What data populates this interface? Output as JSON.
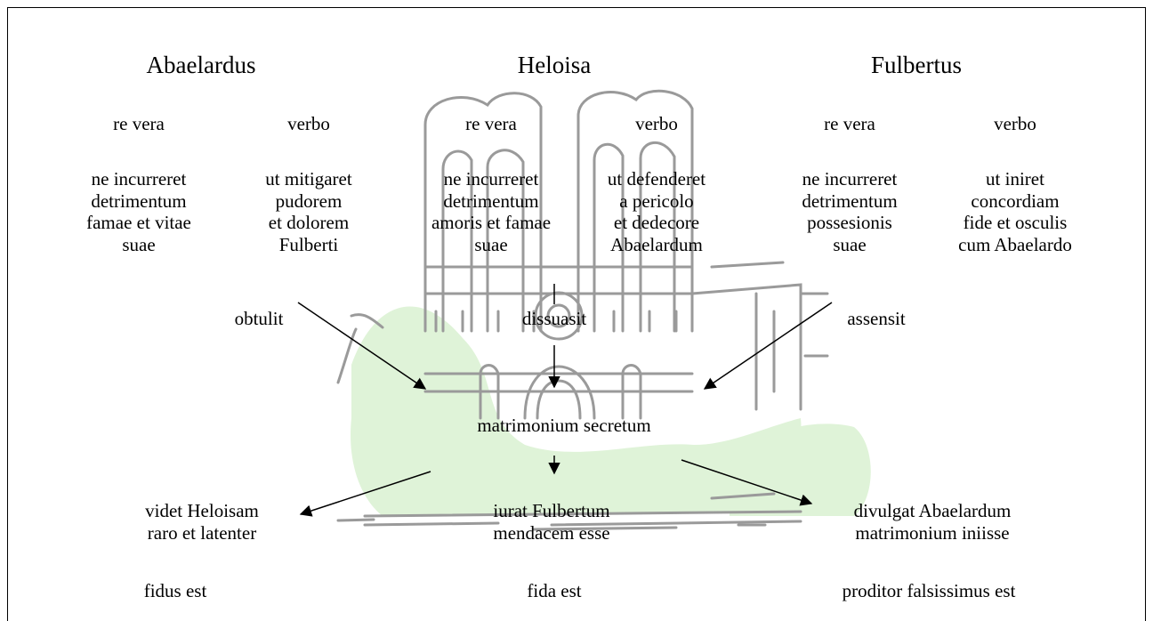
{
  "columns": [
    {
      "name": "Abaelardus",
      "re_vera": {
        "label": "re vera",
        "text": "ne incurreret\ndetrimentum\nfamae et vitae\nsuae"
      },
      "verbo": {
        "label": "verbo",
        "text": "ut mitigaret\npudorem\net dolorem\nFulberti"
      },
      "action": "obtulit",
      "outcome": "videt Heloisam\nraro et latenter",
      "verdict": "fidus est"
    },
    {
      "name": "Heloisa",
      "re_vera": {
        "label": "re vera",
        "text": "ne incurreret\ndetrimentum\namoris et famae\nsuae"
      },
      "verbo": {
        "label": "verbo",
        "text": "ut defenderet\na pericolo\net dedecore\nAbaelardum"
      },
      "action": "dissuasit",
      "outcome": "iurat Fulbertum\nmendacem esse",
      "verdict": "fida est"
    },
    {
      "name": "Fulbertus",
      "re_vera": {
        "label": "re vera",
        "text": "ne incurreret\ndetrimentum\npossesionis\nsuae"
      },
      "verbo": {
        "label": "verbo",
        "text": "ut iniret\nconcordiam\nfide et osculis\ncum Abaelardo"
      },
      "action": "assensit",
      "outcome": "divulgat Abaelardum\nmatrimonium iniisse",
      "verdict": "proditor falsissimus est"
    }
  ],
  "center": "matrimonium secretum",
  "colors": {
    "stroke": "#000000",
    "cathedral": "#9a9a9a",
    "foliage": "#dff3d8"
  },
  "icons": {
    "background": "cathedral-illustration"
  }
}
